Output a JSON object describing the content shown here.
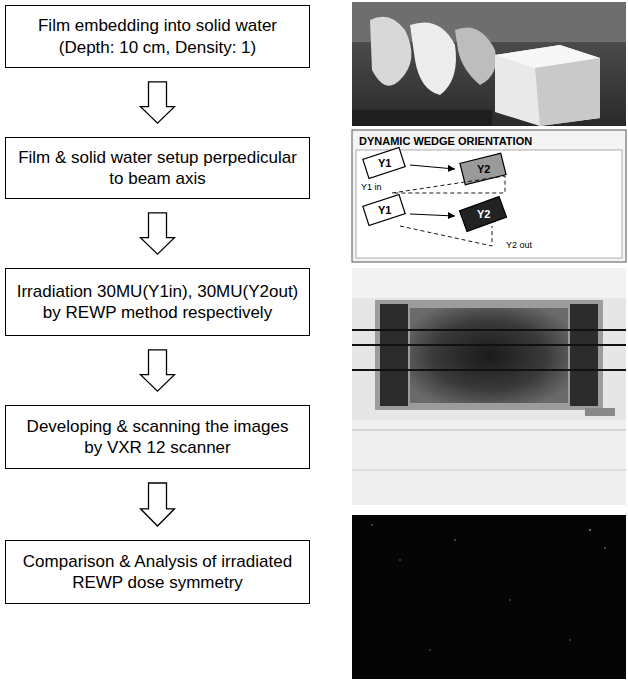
{
  "diagram": {
    "nodes": [
      {
        "text": [
          "Film embedding into solid water (Depth: 10 cm, Density: 1)"
        ]
      },
      {
        "text": [
          "Film & solid water setup perpedicular to beam axis"
        ]
      },
      {
        "text": [
          "Irradiation 30MU(Y1in), 30MU(Y2out) by REWP method respectively"
        ]
      },
      {
        "text": [
          "Developing & scanning the images by VXR 12 scanner"
        ]
      },
      {
        "text": [
          "Comparison & Analysis of irradiated REWP dose symmetry"
        ]
      }
    ],
    "edges": [
      {
        "from": 0,
        "to": 1,
        "arrow": "to"
      },
      {
        "from": 1,
        "to": 2,
        "arrow": "to"
      },
      {
        "from": 2,
        "to": 3,
        "arrow": "to"
      },
      {
        "from": 3,
        "to": 4,
        "arrow": "to"
      }
    ],
    "labels": [
      "DYNAMIC WEDGE ORIENTATION",
      "Y1",
      "Y2",
      "Y1 in",
      "Y1",
      "Y2",
      "Y2 out"
    ]
  }
}
